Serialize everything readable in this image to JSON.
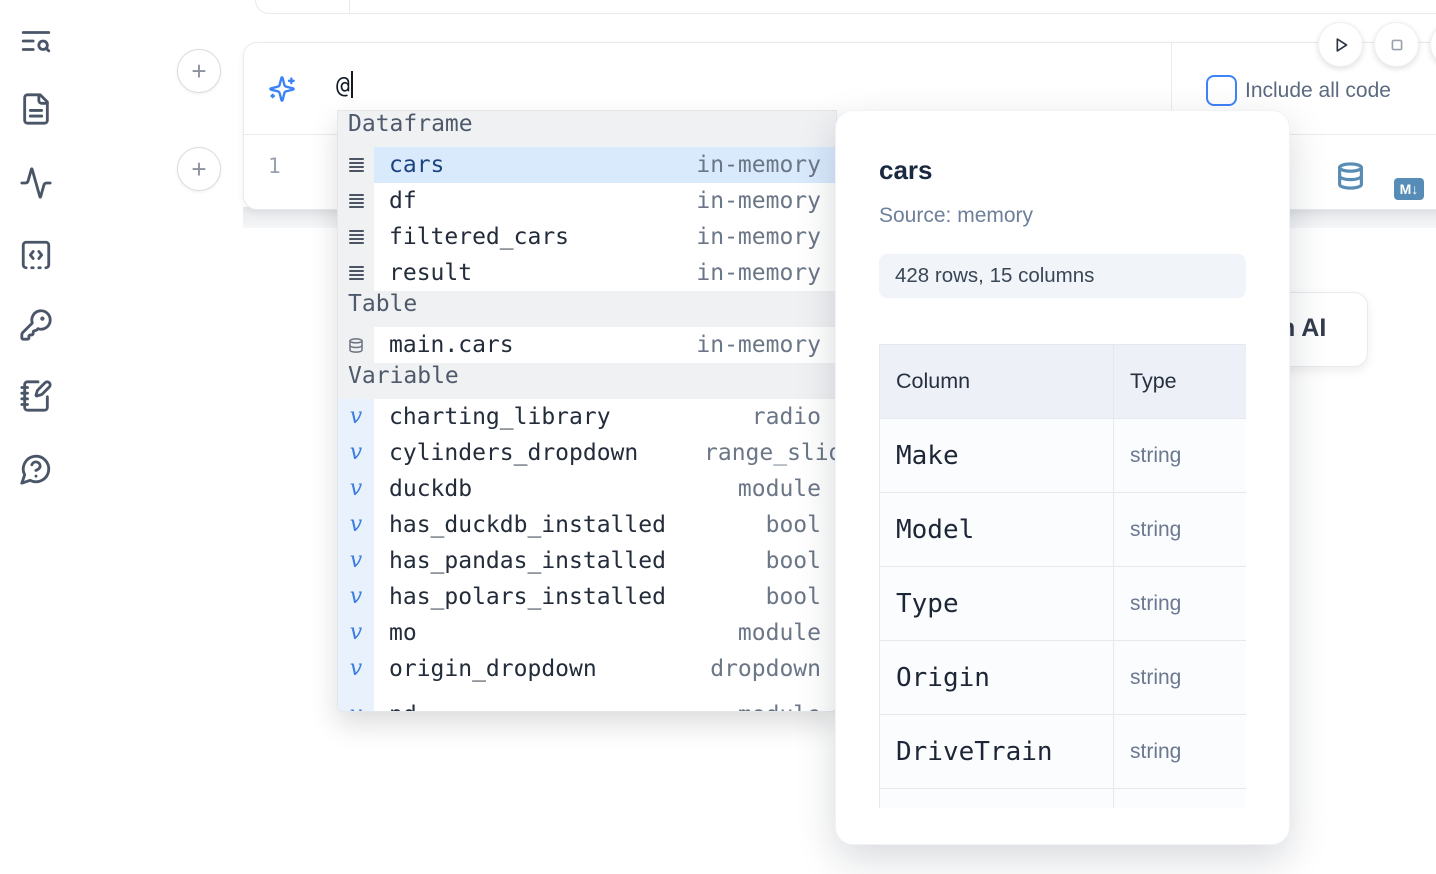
{
  "colors": {
    "accent_blue": "#3b82f6",
    "steel_blue": "#568cb5",
    "selected_row_bg": "#d9eafd",
    "selected_row_text": "#1d4380"
  },
  "sidebar": {
    "icons": [
      {
        "name": "text-search-icon"
      },
      {
        "name": "file-text-icon"
      },
      {
        "name": "activity-icon"
      },
      {
        "name": "code-square-icon"
      },
      {
        "name": "key-icon"
      },
      {
        "name": "notebook-pen-icon"
      },
      {
        "name": "help-chat-icon"
      }
    ]
  },
  "prompt_cell": {
    "input_value": "@",
    "include_all_code_label": "Include all code",
    "line_number": "1",
    "markdown_badge": "M↓"
  },
  "ai_button": {
    "visible_label": "h AI"
  },
  "autocomplete": {
    "sections": [
      {
        "label": "Dataframe",
        "kind": "dataframe",
        "items": [
          {
            "name": "cars",
            "type": "in-memory",
            "selected": true
          },
          {
            "name": "df",
            "type": "in-memory"
          },
          {
            "name": "filtered_cars",
            "type": "in-memory"
          },
          {
            "name": "result",
            "type": "in-memory"
          }
        ]
      },
      {
        "label": "Table",
        "kind": "table",
        "items": [
          {
            "name": "main.cars",
            "type": "in-memory"
          }
        ]
      },
      {
        "label": "Variable",
        "kind": "variable",
        "items": [
          {
            "name": "charting_library",
            "type": "radio"
          },
          {
            "name": "cylinders_dropdown",
            "type": "range_slider",
            "overflow": true
          },
          {
            "name": "duckdb",
            "type": "module"
          },
          {
            "name": "has_duckdb_installed",
            "type": "bool"
          },
          {
            "name": "has_pandas_installed",
            "type": "bool"
          },
          {
            "name": "has_polars_installed",
            "type": "bool"
          },
          {
            "name": "mo",
            "type": "module"
          },
          {
            "name": "origin_dropdown",
            "type": "dropdown"
          },
          {
            "name": "pd",
            "type": "module",
            "partial": true
          }
        ]
      }
    ]
  },
  "preview_panel": {
    "title": "cars",
    "source": "Source: memory",
    "shape": "428 rows, 15 columns",
    "table": {
      "headers": [
        "Column",
        "Type"
      ],
      "rows": [
        {
          "name": "Make",
          "type": "string"
        },
        {
          "name": "Model",
          "type": "string"
        },
        {
          "name": "Type",
          "type": "string"
        },
        {
          "name": "Origin",
          "type": "string"
        },
        {
          "name": "DriveTrain",
          "type": "string"
        }
      ]
    }
  }
}
